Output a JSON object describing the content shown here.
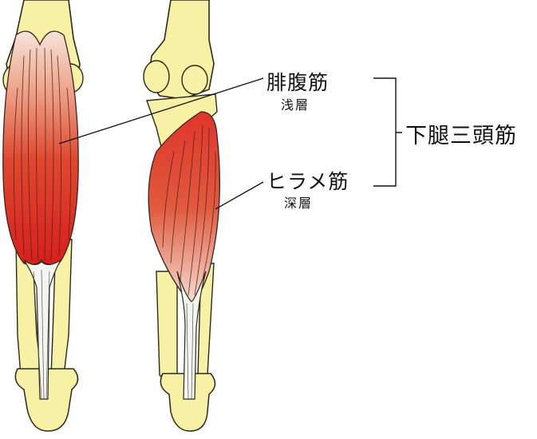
{
  "labels": {
    "gastrocnemius": {
      "name": "腓腹筋",
      "layer": "浅層"
    },
    "soleus": {
      "name": "ヒラメ筋",
      "layer": "深層"
    },
    "group": "下腿三頭筋"
  },
  "colors": {
    "bone": "#f7f1a6",
    "bone_outline": "#2a2a1a",
    "muscle_dark": "#d81f1c",
    "muscle_light": "#f4d6cc",
    "tendon": "#f4f4f0",
    "line": "#111111"
  }
}
